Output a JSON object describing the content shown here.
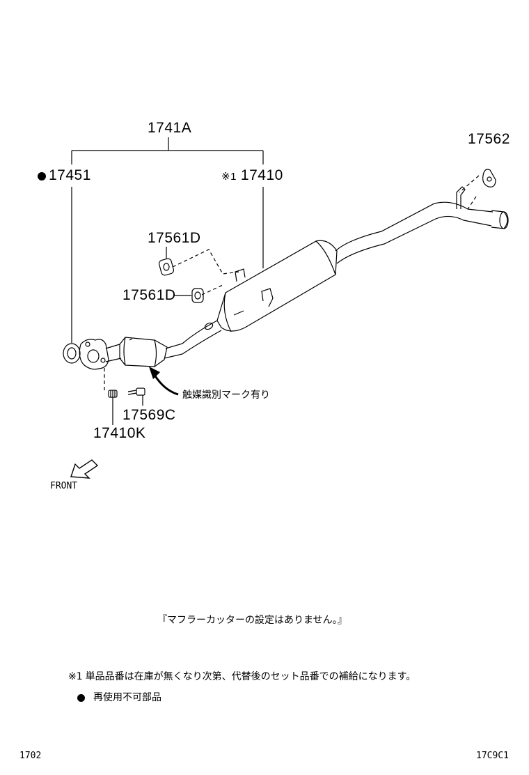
{
  "parts": {
    "assembly_main": "1741A",
    "gasket": "17451",
    "muffler_pipe": "17410",
    "mount_upper": "17561D",
    "mount_lower": "17561D",
    "rear_mount": "17562",
    "bolt": "17569C",
    "nut": "17410K"
  },
  "marks": {
    "reference": "※1",
    "non_reusable_bullet": "●"
  },
  "annotations": {
    "catalyst_mark": "触媒識別マーク有り",
    "front": "FRONT"
  },
  "notes": {
    "cutter_note": "『マフラーカッターの設定はありません。』",
    "note1_mark": "※1",
    "note1_text": "単品品番は在庫が無くなり次第、代替後のセット品番での補給になります。",
    "note2_text": "再使用不可部品"
  },
  "footer": {
    "left_code": "1702",
    "right_code": "17C9C1"
  }
}
